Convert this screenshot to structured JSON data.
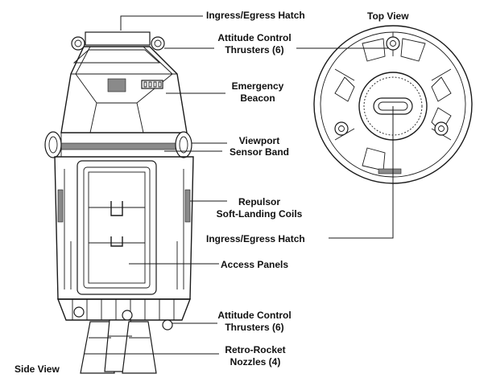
{
  "views": {
    "top_view": "Top View",
    "side_view": "Side View"
  },
  "labels": {
    "hatch_top": [
      "Ingress/Egress Hatch"
    ],
    "thrusters_top": [
      "Attitude Control",
      "Thrusters (6)"
    ],
    "beacon": [
      "Emergency",
      "Beacon"
    ],
    "viewport": [
      "Viewport"
    ],
    "sensor_band": [
      "Sensor Band"
    ],
    "coils": [
      "Repulsor",
      "Soft-Landing Coils"
    ],
    "hatch_mid": [
      "Ingress/Egress Hatch"
    ],
    "access_panels": [
      "Access Panels"
    ],
    "thrusters_bottom": [
      "Attitude Control",
      "Thrusters (6)"
    ],
    "nozzles": [
      "Retro-Rocket",
      "Nozzles (4)"
    ]
  }
}
